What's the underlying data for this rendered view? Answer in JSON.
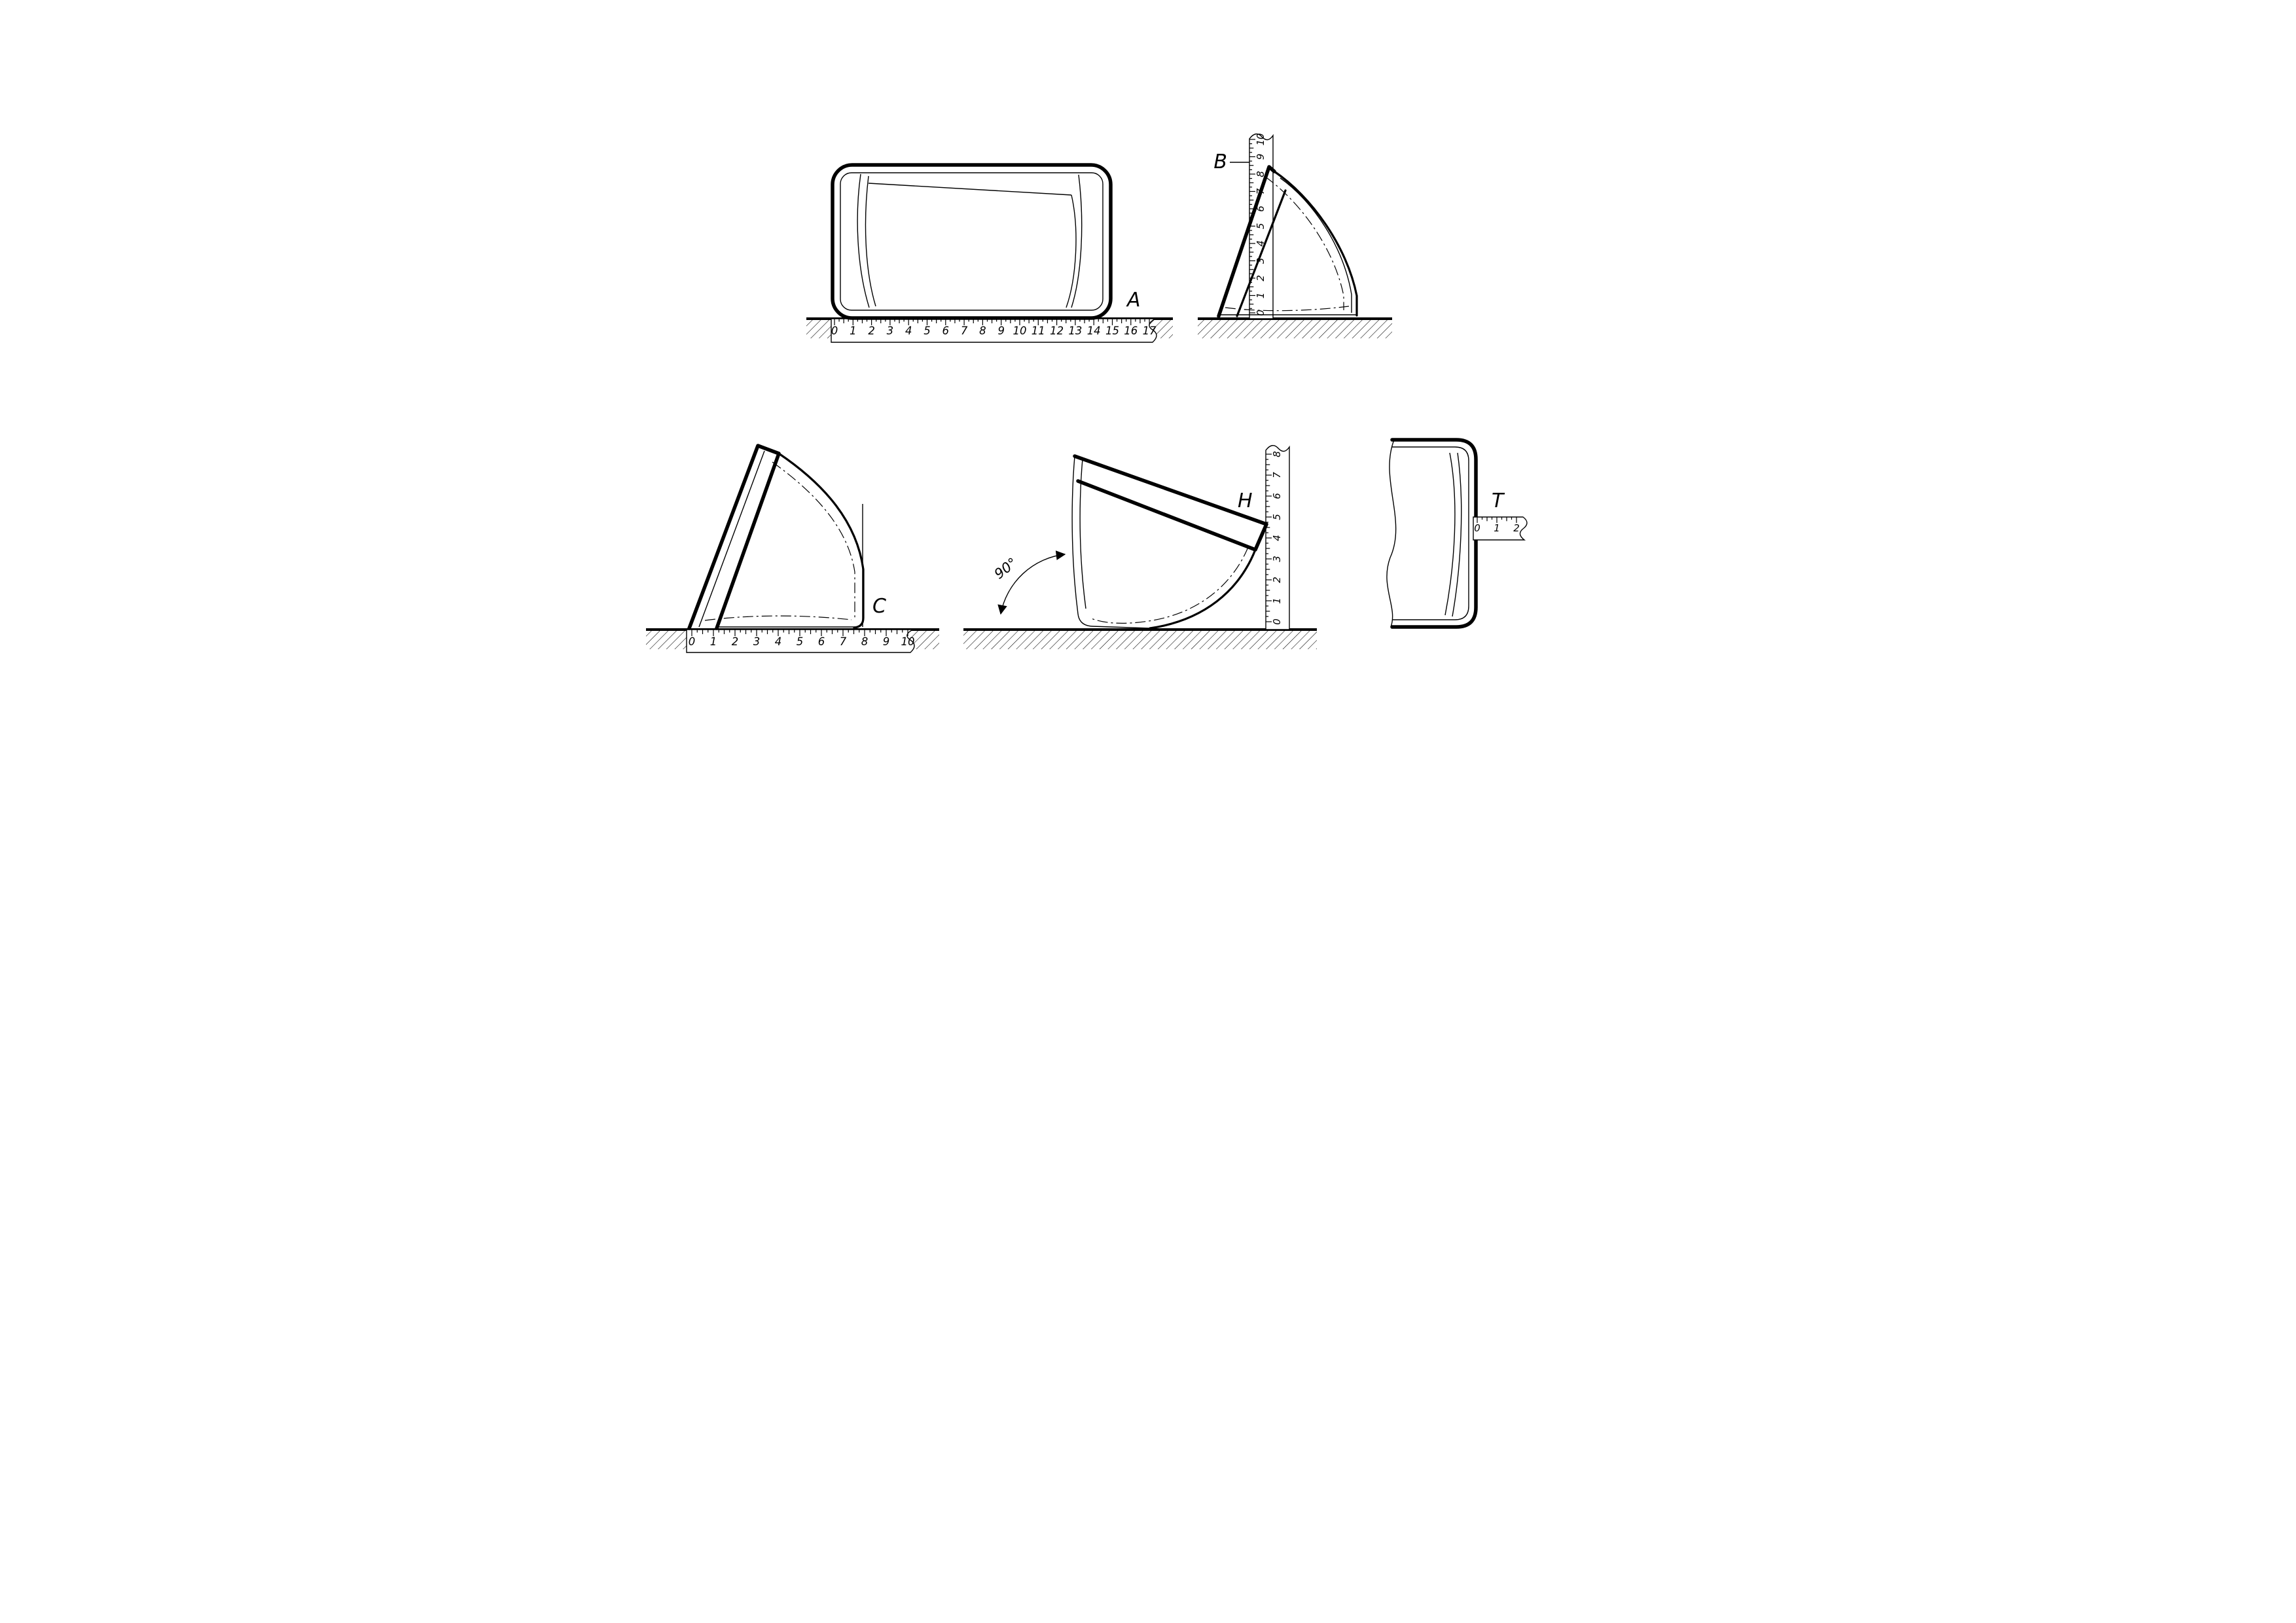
{
  "drawing": {
    "ink_color": "#000000",
    "background_color": "#ffffff",
    "views": {
      "front": {
        "label": "A"
      },
      "side": {
        "label": "B"
      },
      "tilted": {
        "label": "C"
      },
      "rotated": {
        "label": "H",
        "angle_label": "90°"
      },
      "section": {
        "label": "T"
      }
    },
    "rulers": {
      "a": {
        "numbers": [
          "0",
          "1",
          "2",
          "3",
          "4",
          "5",
          "6",
          "7",
          "8",
          "9",
          "10",
          "11",
          "12",
          "13",
          "14",
          "15",
          "16",
          "17"
        ]
      },
      "b": {
        "numbers": [
          "0",
          "1",
          "2",
          "3",
          "4",
          "5",
          "6",
          "7",
          "8",
          "9",
          "10"
        ]
      },
      "c": {
        "numbers": [
          "0",
          "1",
          "2",
          "3",
          "4",
          "5",
          "6",
          "7",
          "8",
          "9",
          "10"
        ]
      },
      "h": {
        "numbers": [
          "0",
          "1",
          "2",
          "3",
          "4",
          "5",
          "6",
          "7",
          "8"
        ]
      },
      "t": {
        "numbers": [
          "0",
          "1",
          "2"
        ]
      }
    }
  }
}
